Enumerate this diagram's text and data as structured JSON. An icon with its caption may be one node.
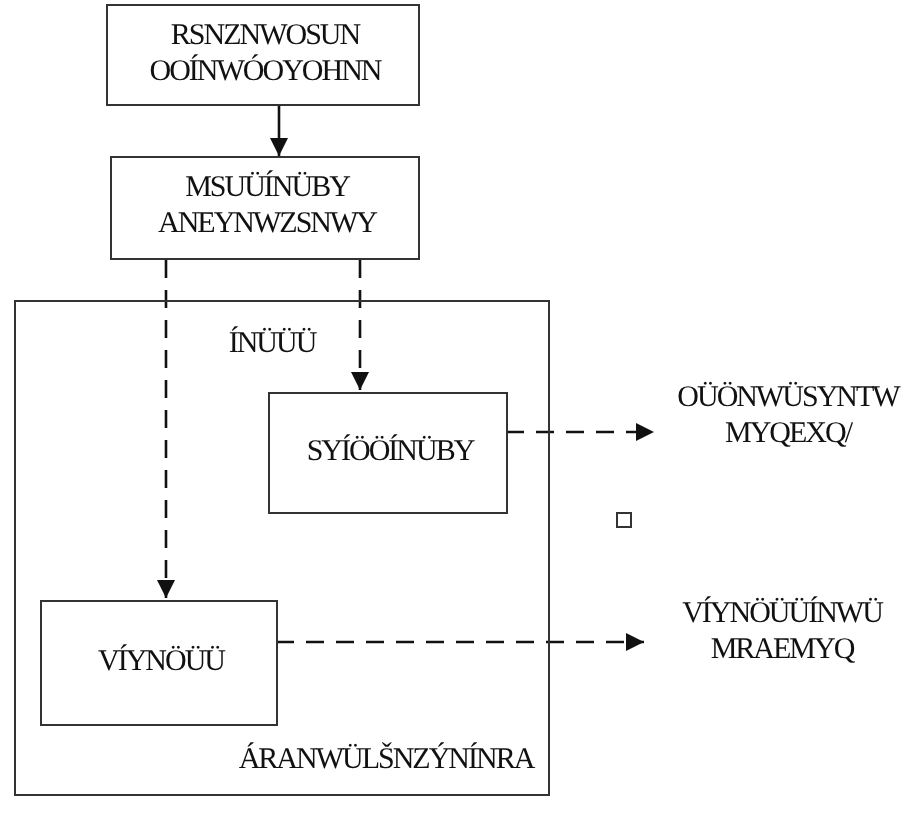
{
  "diagram": {
    "nodes": [
      {
        "text": [
          "RSNZNWOSUN OOÍNWÓOYOHNN"
        ]
      },
      {
        "text": [
          "MSUÜÍNÜBY ANEYNWZSNWY"
        ]
      },
      {
        "text": [
          "ÍNÜÜÜ",
          "ÁRANWÜLŠNZÝNÍNRA"
        ]
      },
      {
        "text": [
          "SYÍÖÖÍNÜBY"
        ],
        "in": 2
      },
      {
        "text": [
          "VÍYNÖÜÜ"
        ],
        "in": 2
      },
      {
        "text": [
          "OÜÖNWÜSYNTW MYQEXQ/"
        ]
      },
      {
        "text": [],
        "shape": "box"
      },
      {
        "text": [
          "VÍYNÖÜÜÍNWÜ MRAEMYQ"
        ]
      }
    ],
    "edges": [
      {
        "from": 0,
        "to": 1,
        "arrow": "to"
      },
      {
        "from": 1,
        "to": 3,
        "arrow": "to",
        "style": "dashed"
      },
      {
        "from": 1,
        "to": 4,
        "arrow": "to",
        "style": "dashed"
      },
      {
        "from": 3,
        "to": 5,
        "arrow": "to",
        "style": "dashed"
      },
      {
        "from": 4,
        "to": 7,
        "arrow": "to",
        "style": "dashed"
      }
    ]
  }
}
